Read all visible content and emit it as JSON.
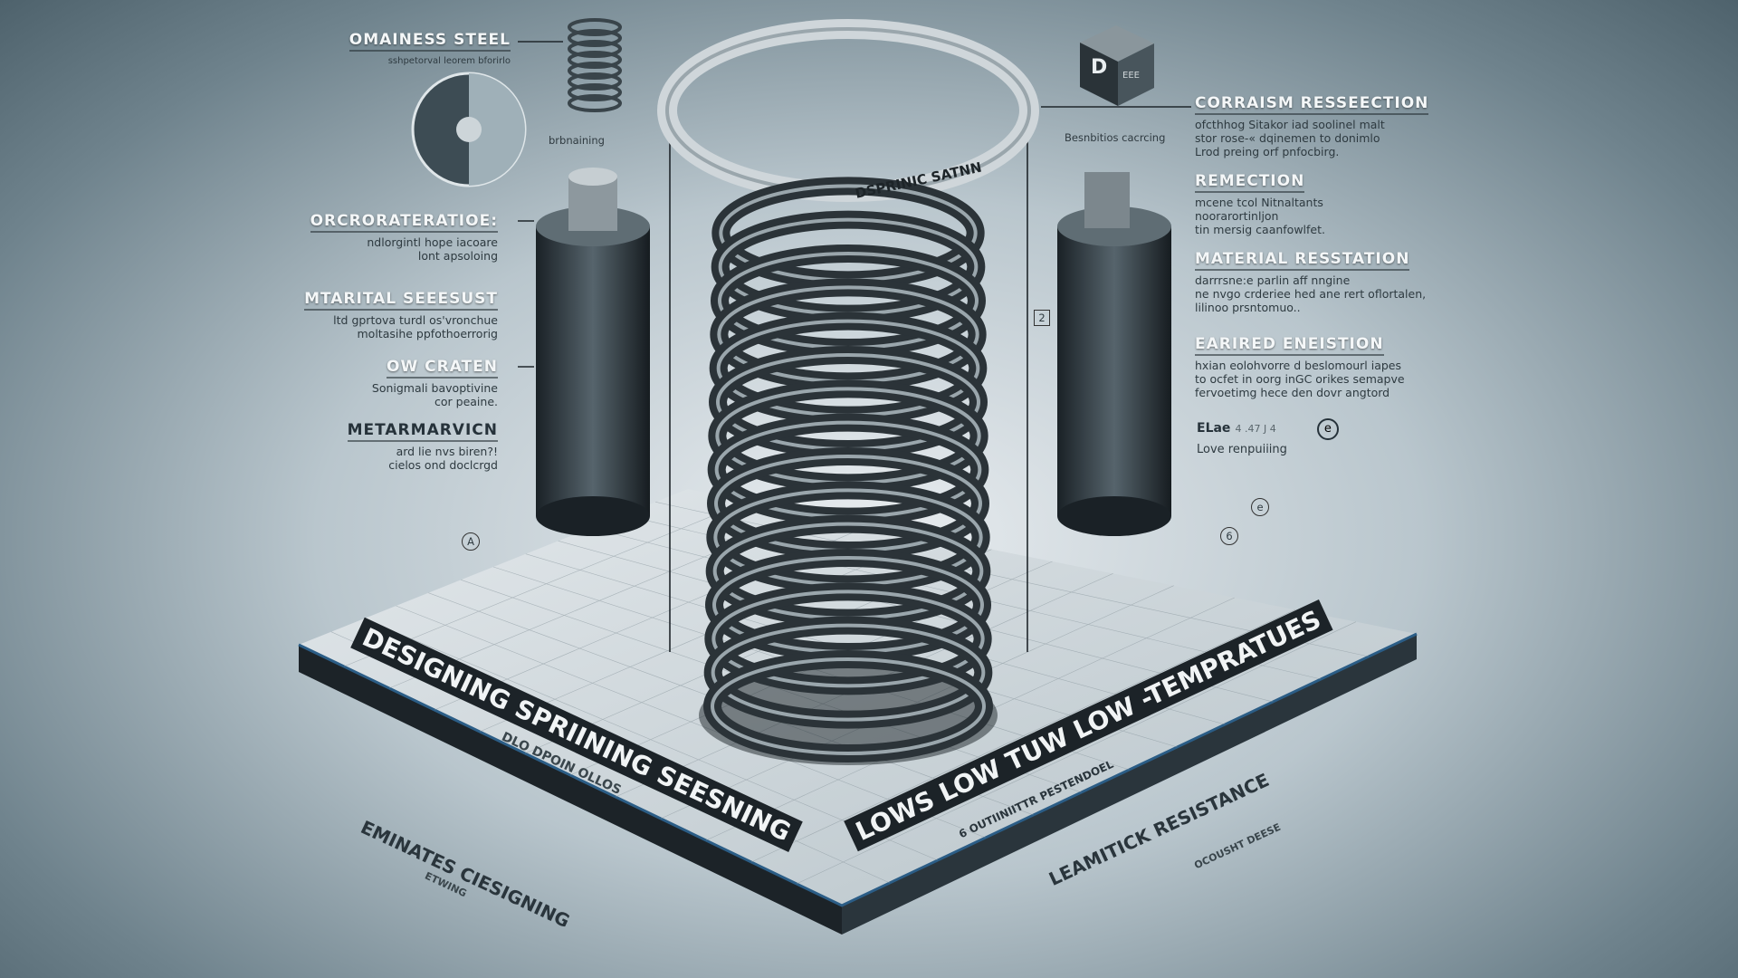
{
  "left_labels": [
    {
      "title": "OMAINESS STEEL",
      "body": "sshpetorval leorem bforirlo"
    },
    {
      "title": "ORCRORATERATIOE:",
      "body": "ndlorgintl hope iacoare\nlont apsoloing"
    },
    {
      "title": "MTARITAL SEEESUST",
      "body": "ltd gprtova turdl os'vronchue\nmoltasihe ppfothoerrorig"
    },
    {
      "title": "OW CRATEN",
      "body": "Sonigmali bavoptivine\ncor peaine."
    },
    {
      "title": "METARMARVICN",
      "body": "ard lie nvs biren?!\ncielos ond doclcrgd"
    }
  ],
  "right_labels": [
    {
      "title": "CORRAISM RESSEECTION",
      "body": "ofcthhog Sitakor iad soolinel malt\nstor rose-« dqinemen to donimlo\nLrod preing orf pnfocbirg."
    },
    {
      "title": "REMECTION",
      "body": "mcene tcol Nitnaltants\nnoorarortinljon\ntin mersig caanfowlfet."
    },
    {
      "title": "MATERIAL RESSTATION",
      "body": "darrrsne:e parlin aff nngine\nne nvgo crderiee hed ane rert oflortalen,\nlilinoo prsntomuo.."
    },
    {
      "title": "EARIRED ENEISTION",
      "body": "hxian eolohvorre d beslomourl iapes\nto ocfet in oorg inGC orikes semapve\nfervoetimg hece den dovr angtord"
    }
  ],
  "footnote": {
    "title": "ELae",
    "code": "4 .47 J 4",
    "body": "Love renpuiiing",
    "badge": "e"
  },
  "callouts": {
    "dial_note": "brbnaining",
    "box_note": "Besnbitios cacrcing",
    "box_letter": "D",
    "box_side": "EEE"
  },
  "spring_text": "DSPRINIC SATNN",
  "platform": {
    "left_title": "DESIGNING SPRIINING SEESNING",
    "left_sub": "DLO DPOIN OLLOS",
    "right_title": "LOWS LOW TUW LOW -TEMPRATUES",
    "right_sub": "6 OUTIINIITTR PESTENDOEL",
    "front_left": "EMINATES CIESIGNING",
    "front_left_sub": "ETWING",
    "front_right": "LEAMITICK RESISTANCE",
    "front_right_sub": "OCOUSHT DEESE"
  },
  "markers": [
    "A",
    "2",
    "6",
    "e"
  ],
  "colors": {
    "steel_dark": "#1f262b",
    "steel_light": "#d7dde1",
    "platform_top": "#cfd7db",
    "platform_edge": "#1c2328",
    "accent_blue": "#2b5d86"
  }
}
